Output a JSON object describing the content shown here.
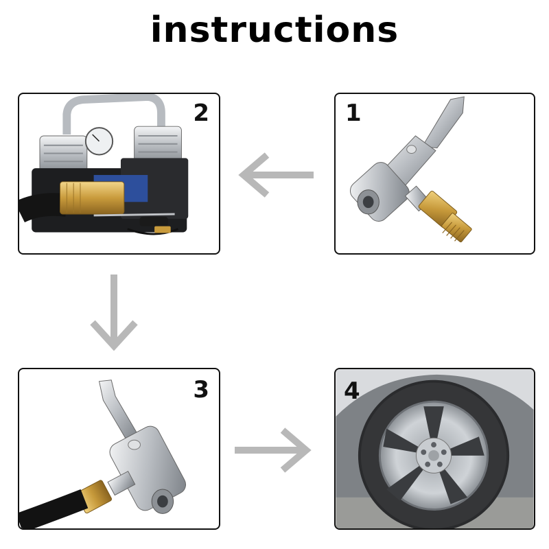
{
  "header": {
    "title": "instructions"
  },
  "steps": [
    {
      "number": "1",
      "image": "chuck-adapter-with-brass-fitting"
    },
    {
      "number": "2",
      "image": "air-compressor-with-brass-hose"
    },
    {
      "number": "3",
      "image": "chuck-adapter-connected-to-hose"
    },
    {
      "number": "4",
      "image": "car-wheel-tire"
    }
  ],
  "arrows": [
    "arrow-left-icon",
    "arrow-down-icon",
    "arrow-right-icon"
  ],
  "colors": {
    "arrow": "#b8b8b8",
    "border": "#111111",
    "brass": "#c9a24a",
    "chrome": "#cfd2d6"
  }
}
